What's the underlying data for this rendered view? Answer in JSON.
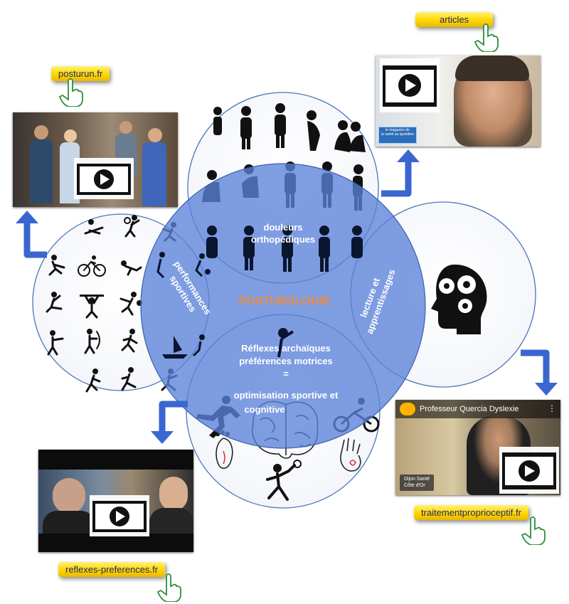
{
  "center": {
    "title": "POSTUROLOGIE"
  },
  "sections": {
    "pain": {
      "line1": "douleurs",
      "line2": "orthopédiques"
    },
    "sport": {
      "line1": "performances",
      "line2": "sportives"
    },
    "reading": {
      "line1": "lecture  et",
      "line2": "apprentissages"
    },
    "reflexes": {
      "line1": "Réflexes archaïques",
      "line2": "préférences motrices",
      "line3": "=",
      "line4": "optimisation sportive et",
      "line5": "cognitive"
    }
  },
  "links": {
    "posturun": "posturun.fr",
    "articles": "articles",
    "traitement": "traitementproprioceptif.fr",
    "reflexes": "reflexes-preferences.fr"
  },
  "videos": {
    "dyslexie": {
      "title": "Professeur Quercia Dyslexie",
      "corner_line1": "Dijon Santé",
      "corner_line2": "Côte d'Or",
      "menu": "⋮"
    },
    "articles": {
      "badge_line1": "le magazine de",
      "badge_line2": "la santé au quotidien"
    }
  },
  "colors": {
    "circle_stroke": "#4a77b8",
    "center_fill": "#5b82d8",
    "arrow": "#3a66d0",
    "title": "#f08c3c",
    "link_text": "#1c2a6b"
  }
}
